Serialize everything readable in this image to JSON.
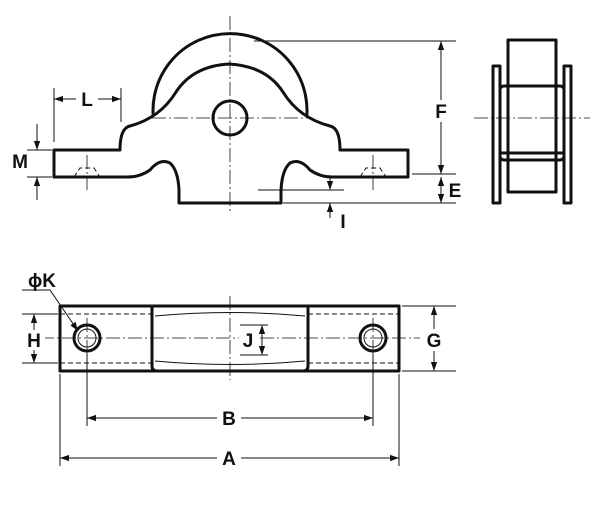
{
  "labels": {
    "A": "A",
    "B": "B",
    "E": "E",
    "F": "F",
    "G": "G",
    "H": "H",
    "I": "I",
    "J": "J",
    "K": "ϕK",
    "L": "L",
    "M": "M"
  }
}
